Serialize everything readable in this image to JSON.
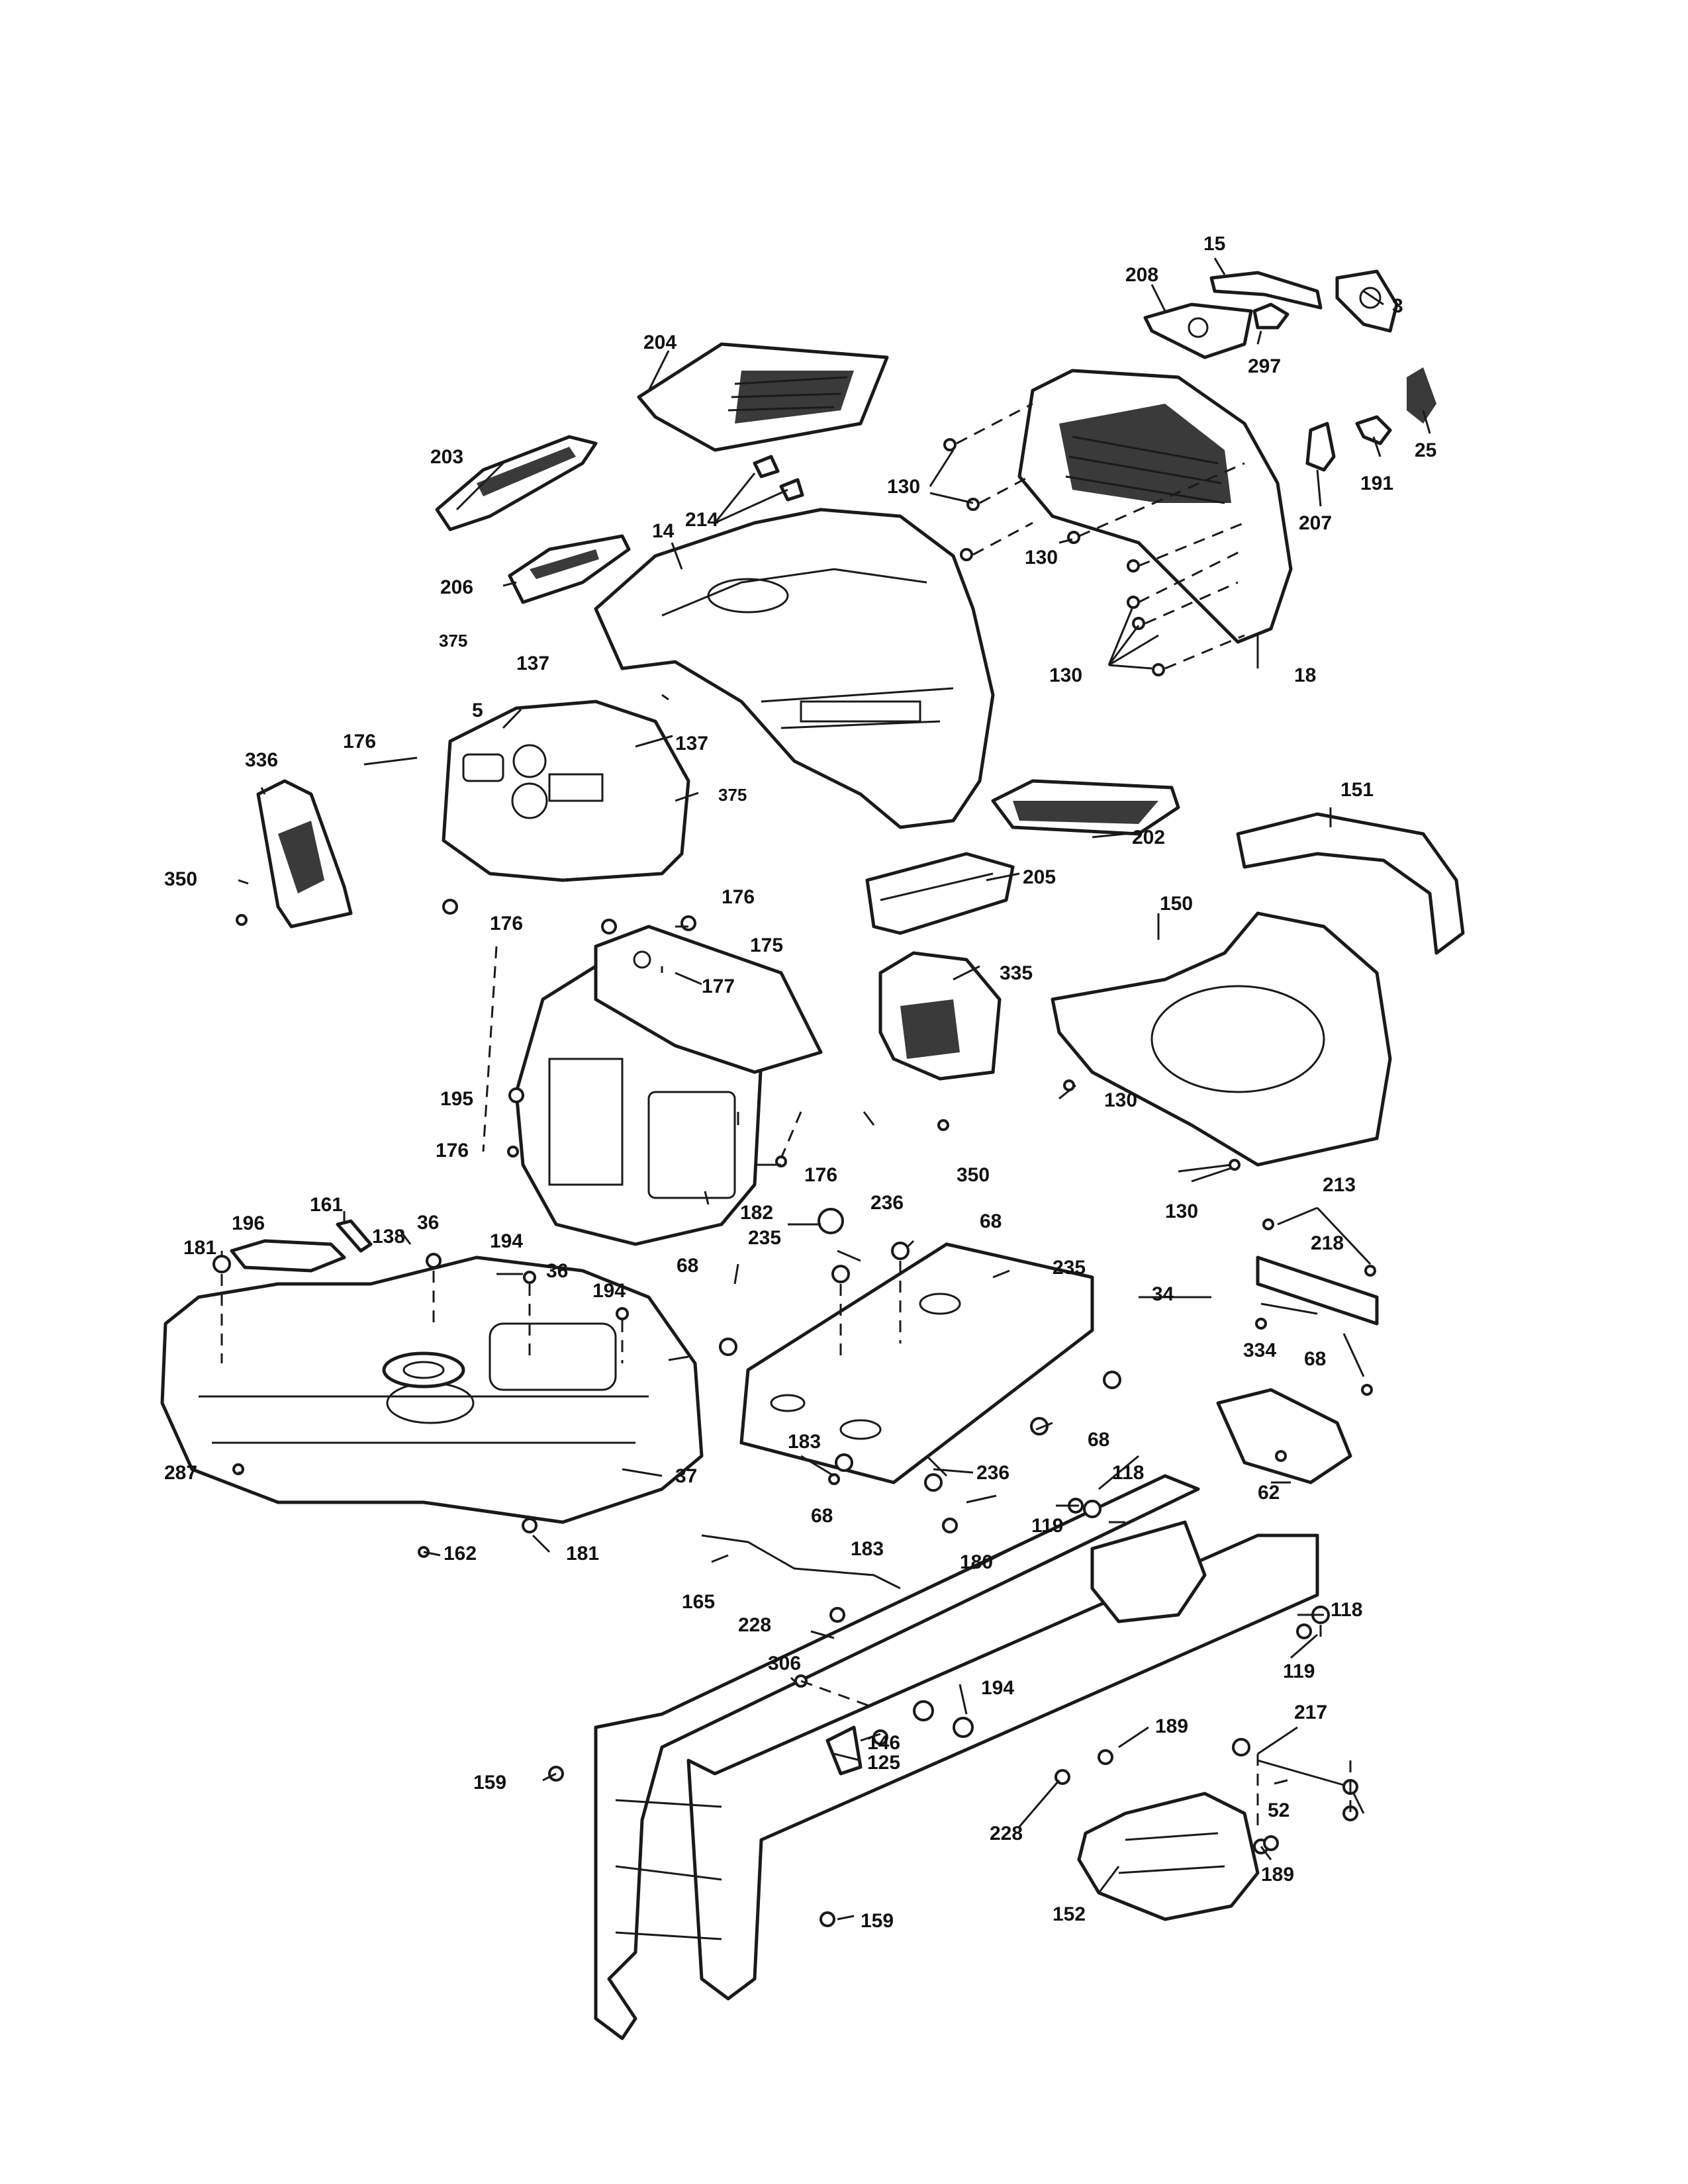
{
  "diagram": {
    "callouts": [
      {
        "id": "c15",
        "text": "15"
      },
      {
        "id": "c208",
        "text": "208"
      },
      {
        "id": "c3",
        "text": "3"
      },
      {
        "id": "c204",
        "text": "204"
      },
      {
        "id": "c297",
        "text": "297"
      },
      {
        "id": "c25",
        "text": "25"
      },
      {
        "id": "c191",
        "text": "191"
      },
      {
        "id": "c207",
        "text": "207"
      },
      {
        "id": "c203",
        "text": "203"
      },
      {
        "id": "c130a",
        "text": "130"
      },
      {
        "id": "c214",
        "text": "214"
      },
      {
        "id": "c14",
        "text": "14"
      },
      {
        "id": "c130b",
        "text": "130"
      },
      {
        "id": "c206",
        "text": "206"
      },
      {
        "id": "c130c",
        "text": "130"
      },
      {
        "id": "c18",
        "text": "18"
      },
      {
        "id": "c375a",
        "text": "375"
      },
      {
        "id": "c137a",
        "text": "137"
      },
      {
        "id": "c5",
        "text": "5"
      },
      {
        "id": "c137b",
        "text": "137"
      },
      {
        "id": "c176a",
        "text": "176"
      },
      {
        "id": "c336",
        "text": "336"
      },
      {
        "id": "c375b",
        "text": "375"
      },
      {
        "id": "c151",
        "text": "151"
      },
      {
        "id": "c202",
        "text": "202"
      },
      {
        "id": "c350a",
        "text": "350"
      },
      {
        "id": "c176b",
        "text": "176"
      },
      {
        "id": "c205",
        "text": "205"
      },
      {
        "id": "c176c",
        "text": "176"
      },
      {
        "id": "c150",
        "text": "150"
      },
      {
        "id": "c175",
        "text": "175"
      },
      {
        "id": "c177",
        "text": "177"
      },
      {
        "id": "c335",
        "text": "335"
      },
      {
        "id": "c195",
        "text": "195"
      },
      {
        "id": "c130d",
        "text": "130"
      },
      {
        "id": "c176d",
        "text": "176"
      },
      {
        "id": "c176e",
        "text": "176"
      },
      {
        "id": "c350b",
        "text": "350"
      },
      {
        "id": "c182",
        "text": "182"
      },
      {
        "id": "c236a",
        "text": "236"
      },
      {
        "id": "c130e",
        "text": "130"
      },
      {
        "id": "c213",
        "text": "213"
      },
      {
        "id": "c196",
        "text": "196"
      },
      {
        "id": "c161",
        "text": "161"
      },
      {
        "id": "c36a",
        "text": "36"
      },
      {
        "id": "c235a",
        "text": "235"
      },
      {
        "id": "c68a",
        "text": "68"
      },
      {
        "id": "c181a",
        "text": "181"
      },
      {
        "id": "c138",
        "text": "138"
      },
      {
        "id": "c194a",
        "text": "194"
      },
      {
        "id": "c218",
        "text": "218"
      },
      {
        "id": "c68b",
        "text": "68"
      },
      {
        "id": "c36b",
        "text": "36"
      },
      {
        "id": "c235b",
        "text": "235"
      },
      {
        "id": "c194b",
        "text": "194"
      },
      {
        "id": "c34",
        "text": "34"
      },
      {
        "id": "c68c",
        "text": "68"
      },
      {
        "id": "c334",
        "text": "334"
      },
      {
        "id": "c183a",
        "text": "183"
      },
      {
        "id": "c68d",
        "text": "68"
      },
      {
        "id": "c287",
        "text": "287"
      },
      {
        "id": "c37",
        "text": "37"
      },
      {
        "id": "c236b",
        "text": "236"
      },
      {
        "id": "c62",
        "text": "62"
      },
      {
        "id": "c68e",
        "text": "68"
      },
      {
        "id": "c118a",
        "text": "118"
      },
      {
        "id": "c119a",
        "text": "119"
      },
      {
        "id": "c183b",
        "text": "183"
      },
      {
        "id": "c162",
        "text": "162"
      },
      {
        "id": "c181b",
        "text": "181"
      },
      {
        "id": "c180",
        "text": "180"
      },
      {
        "id": "c165",
        "text": "165"
      },
      {
        "id": "c118b",
        "text": "118"
      },
      {
        "id": "c228a",
        "text": "228"
      },
      {
        "id": "c119b",
        "text": "119"
      },
      {
        "id": "c306",
        "text": "306"
      },
      {
        "id": "c194c",
        "text": "194"
      },
      {
        "id": "c217",
        "text": "217"
      },
      {
        "id": "c146",
        "text": "146"
      },
      {
        "id": "c189a",
        "text": "189"
      },
      {
        "id": "c125",
        "text": "125"
      },
      {
        "id": "c159a",
        "text": "159"
      },
      {
        "id": "c52",
        "text": "52"
      },
      {
        "id": "c228b",
        "text": "228"
      },
      {
        "id": "c189b",
        "text": "189"
      },
      {
        "id": "c152",
        "text": "152"
      },
      {
        "id": "c159b",
        "text": "159"
      }
    ]
  }
}
